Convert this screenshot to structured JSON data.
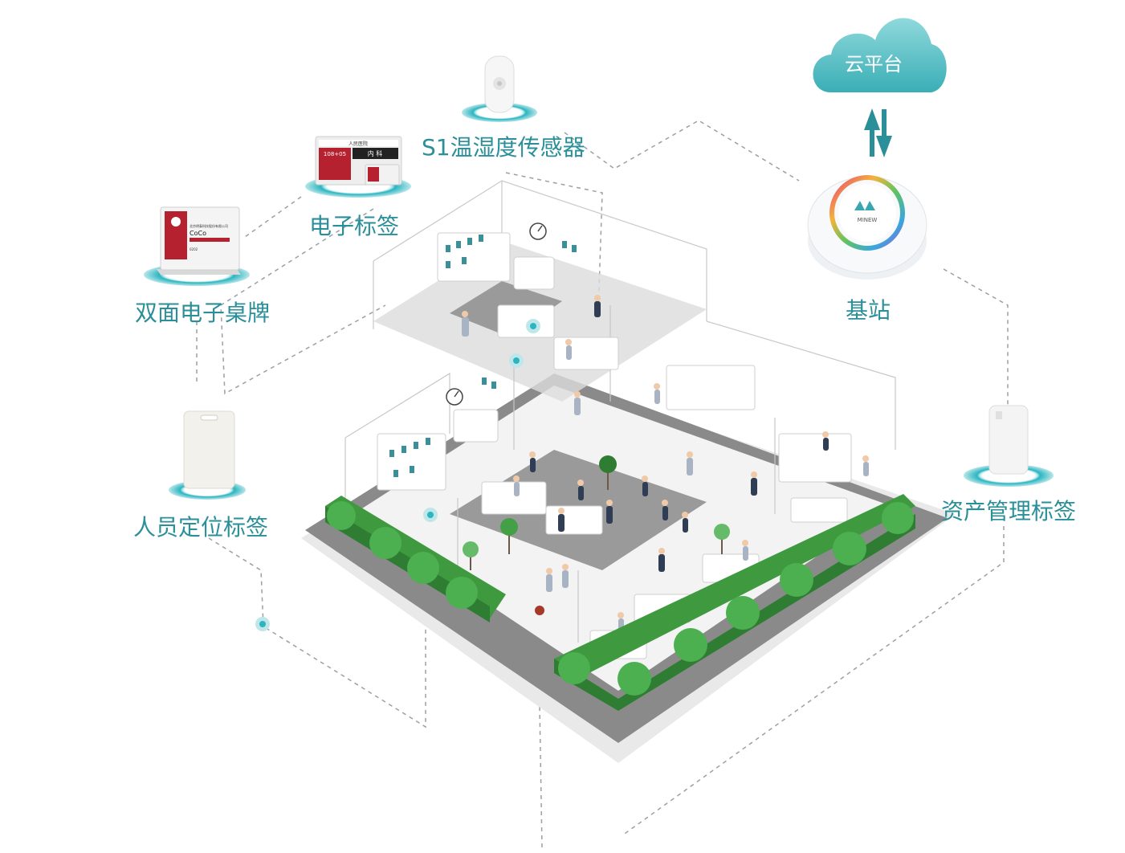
{
  "cloud": {
    "label": "云平台"
  },
  "base_station": {
    "label": "基站",
    "brand": "MINEW"
  },
  "temp_sensor": {
    "label": "S1温湿度传感器"
  },
  "e_tag": {
    "label": "电子标签",
    "screen_header": "人民医院",
    "screen_room": "108+05",
    "screen_dept": "内 科"
  },
  "desk_sign": {
    "label": "双面电子桌牌",
    "company": "北京明泰科技股份有限公司",
    "name": "CoCo",
    "id": "0202"
  },
  "person_tag": {
    "label": "人员定位标签"
  },
  "asset_tag": {
    "label": "资产管理标签"
  },
  "colors": {
    "accent": "#2a8f99",
    "cloud": "#4fbcc3",
    "hedge": "#4caf50",
    "floor": "#8a8a8a"
  }
}
